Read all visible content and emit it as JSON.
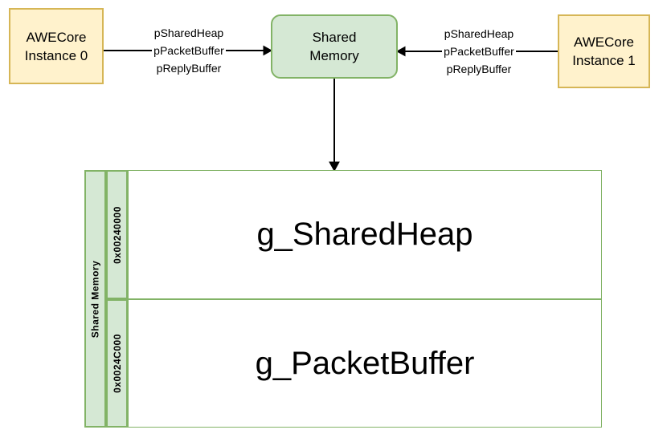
{
  "diagram": {
    "nodes": {
      "awecore0": {
        "line1": "AWECore",
        "line2": "Instance 0"
      },
      "shared_memory": {
        "line1": "Shared",
        "line2": "Memory"
      },
      "awecore1": {
        "line1": "AWECore",
        "line2": "Instance 1"
      }
    },
    "edge_labels": {
      "left": [
        "pSharedHeap",
        "pPacketBuffer",
        "pReplyBuffer"
      ],
      "right": [
        "pSharedHeap",
        "pPacketBuffer",
        "pReplyBuffer"
      ]
    },
    "memory_table": {
      "row_header": "Shared Memory",
      "rows": [
        {
          "address": "0x00240000",
          "name": "g_SharedHeap"
        },
        {
          "address": "0x0024C000",
          "name": "g_PacketBuffer"
        }
      ]
    },
    "colors": {
      "node_yellow_fill": "#FFF2CC",
      "node_yellow_border": "#D6B656",
      "node_green_fill": "#D5E8D4",
      "node_green_border": "#82B366",
      "edge_stroke": "#000000"
    }
  }
}
